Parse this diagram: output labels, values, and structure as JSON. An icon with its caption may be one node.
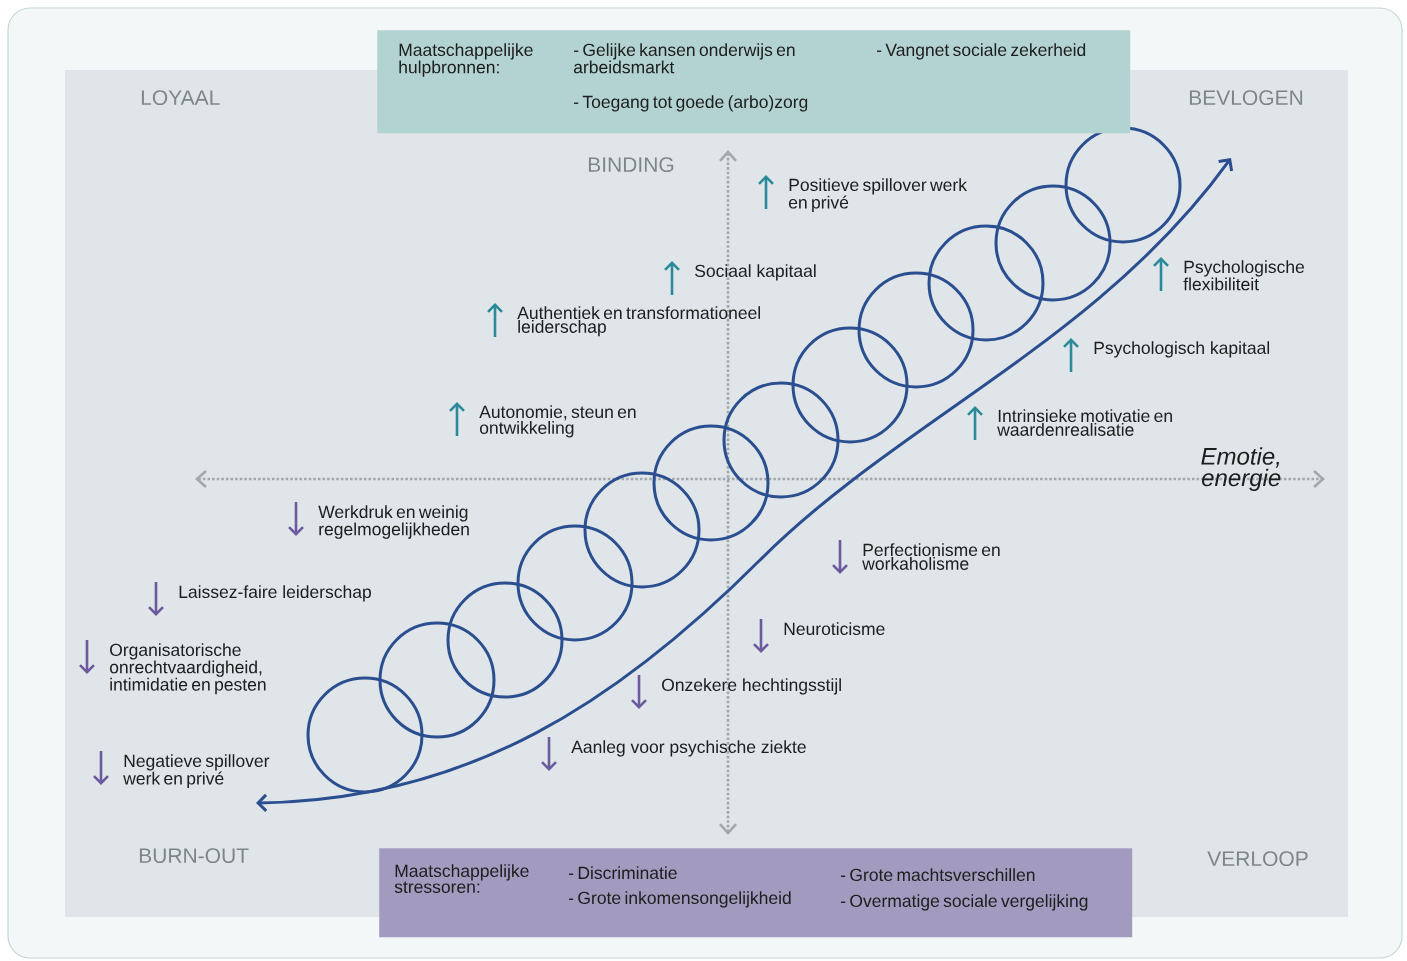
{
  "diagram": {
    "nodes": [
      {
        "text": [
          "Maatschappelijke hulpbronnen:",
          "- Gelijke kansen onderwijs en arbeidsmarkt",
          "- Toegang tot goede (arbo)zorg",
          "- Vangnet sociale zekerheid"
        ]
      },
      {
        "text": [
          "Maatschappelijke stressoren:",
          "- Discriminatie",
          "- Grote inkomensongelijkheid",
          "- Grote machtsverschillen",
          "- Overmatige sociale vergelijking"
        ]
      }
    ],
    "labels": [
      "LOYAAL",
      "BEVLOGEN",
      "BINDING",
      "Positieve spillover werk en privé",
      "Sociaal kapitaal",
      "Psychologische flexibiliteit",
      "Authentiek en transformationeel leiderschap",
      "Psychologisch kapitaal",
      "Autonomie, steun en ontwikkeling",
      "Intrinsieke motivatie en waardenrealisatie",
      "Emotie, energie",
      "Werkdruk en weinig regelmogelijkheden",
      "Perfectionisme en workaholisme",
      "Laissez-faire leiderschap",
      "Neuroticisme",
      "Organisatorische onrechtvaardigheid, intimidatie en pesten",
      "Onzekere hechtingsstijl",
      "Aanleg voor psychische ziekte",
      "Negatieve spillover werk en privé",
      "BURN-OUT",
      "VERLOOP"
    ]
  }
}
